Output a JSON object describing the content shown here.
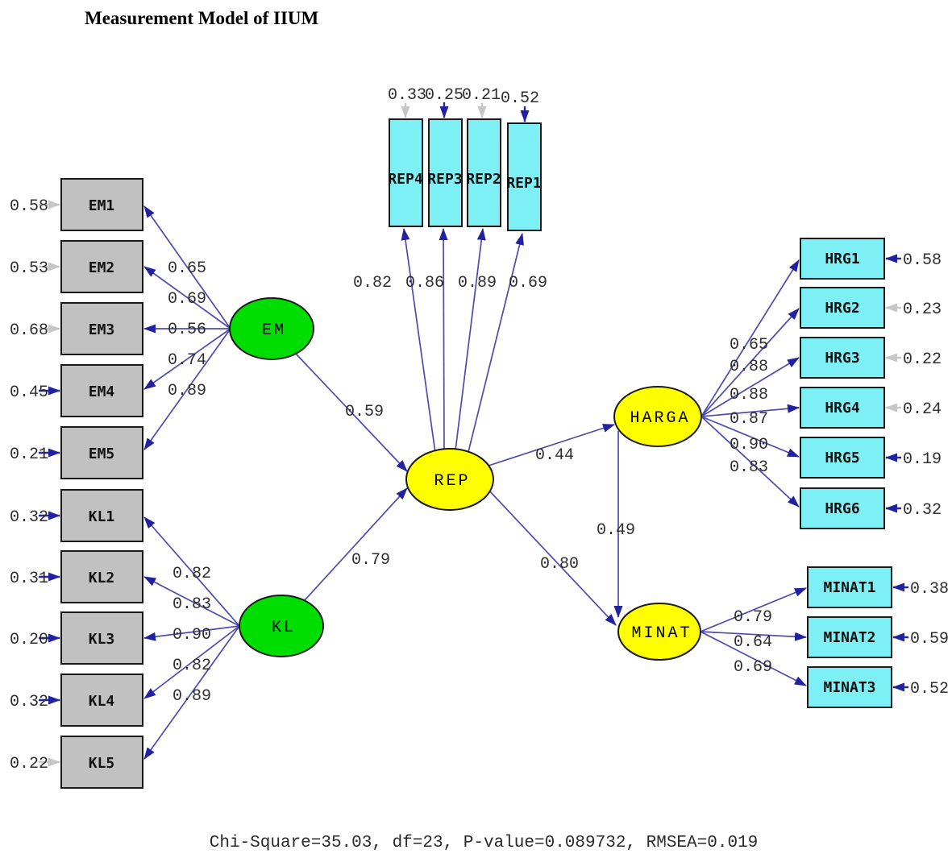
{
  "title": "Measurement Model of IIUM",
  "fit_statistics": "Chi-Square=35.03, df=23, P-value=0.089732, RMSEA=0.019",
  "latent_variables": {
    "em": "EM",
    "kl": "KL",
    "rep": "REP",
    "harga": "HARGA",
    "minat": "MINAT"
  },
  "structural_paths": {
    "em_to_rep": "0.59",
    "kl_to_rep": "0.79",
    "rep_to_harga": "0.44",
    "rep_to_minat": "0.80",
    "harga_to_minat": "0.49"
  },
  "indicators": {
    "em": [
      {
        "name": "EM1",
        "error": "0.58",
        "loading": "0.65"
      },
      {
        "name": "EM2",
        "error": "0.53",
        "loading": "0.69"
      },
      {
        "name": "EM3",
        "error": "0.68",
        "loading": "0.56"
      },
      {
        "name": "EM4",
        "error": "0.45",
        "loading": "0.74"
      },
      {
        "name": "EM5",
        "error": "0.21",
        "loading": "0.89"
      }
    ],
    "kl": [
      {
        "name": "KL1",
        "error": "0.32",
        "loading": "0.82"
      },
      {
        "name": "KL2",
        "error": "0.31",
        "loading": "0.83"
      },
      {
        "name": "KL3",
        "error": "0.20",
        "loading": "0.90"
      },
      {
        "name": "KL4",
        "error": "0.32",
        "loading": "0.82"
      },
      {
        "name": "KL5",
        "error": "0.22",
        "loading": "0.89"
      }
    ],
    "rep": [
      {
        "name": "REP4",
        "error": "0.33",
        "loading": "0.82"
      },
      {
        "name": "REP3",
        "error": "0.25",
        "loading": "0.86"
      },
      {
        "name": "REP2",
        "error": "0.21",
        "loading": "0.89"
      },
      {
        "name": "REP1",
        "error": "0.52",
        "loading": "0.69"
      }
    ],
    "harga": [
      {
        "name": "HRG1",
        "error": "0.58",
        "loading": "0.65"
      },
      {
        "name": "HRG2",
        "error": "0.23",
        "loading": "0.88"
      },
      {
        "name": "HRG3",
        "error": "0.22",
        "loading": "0.88"
      },
      {
        "name": "HRG4",
        "error": "0.24",
        "loading": "0.87"
      },
      {
        "name": "HRG5",
        "error": "0.19",
        "loading": "0.90"
      },
      {
        "name": "HRG6",
        "error": "0.32",
        "loading": "0.83"
      }
    ],
    "minat": [
      {
        "name": "MINAT1",
        "error": "0.38",
        "loading": "0.79"
      },
      {
        "name": "MINAT2",
        "error": "0.59",
        "loading": "0.64"
      },
      {
        "name": "MINAT3",
        "error": "0.52",
        "loading": "0.69"
      }
    ]
  },
  "colors": {
    "latent_exogenous_fill": "#00dd00",
    "latent_endogenous_fill": "#ffff00",
    "observed_left_fill": "#c1c1c1",
    "observed_right_fill": "#7df0f5",
    "path_line": "#4b4bb0",
    "arrowhead": "#2222a0",
    "gray_arrow": "#c6c6c6"
  }
}
